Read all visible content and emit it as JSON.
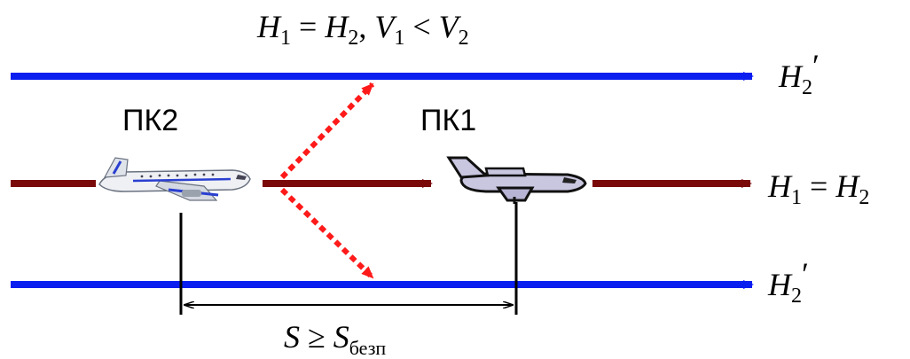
{
  "title": {
    "h1": "H",
    "h1_sub": "1",
    "eq": " = ",
    "h2": "H",
    "h2_sub": "2",
    "comma": ", ",
    "v1": "V",
    "v1_sub": "1",
    "lt": " < ",
    "v2": "V",
    "v2_sub": "2"
  },
  "labels": {
    "upper_level": {
      "main": "H",
      "sub": "2",
      "prime": "′"
    },
    "middle_level": {
      "main1": "H",
      "sub1": "1",
      "eq": " = ",
      "main2": "H",
      "sub2": "2"
    },
    "lower_level": {
      "main": "H",
      "sub": "2",
      "prime": "′"
    },
    "aircraft_left": "ПК2",
    "aircraft_right": "ПК1",
    "separation": {
      "s": "S",
      "geq": " ≥ ",
      "s2": "S",
      "sub": "безп"
    }
  },
  "colors": {
    "blue_lines": "#0a1ef0",
    "dark_red_line": "#7a0a0a",
    "dotted_red": "#ff1a1a",
    "black": "#000000"
  }
}
